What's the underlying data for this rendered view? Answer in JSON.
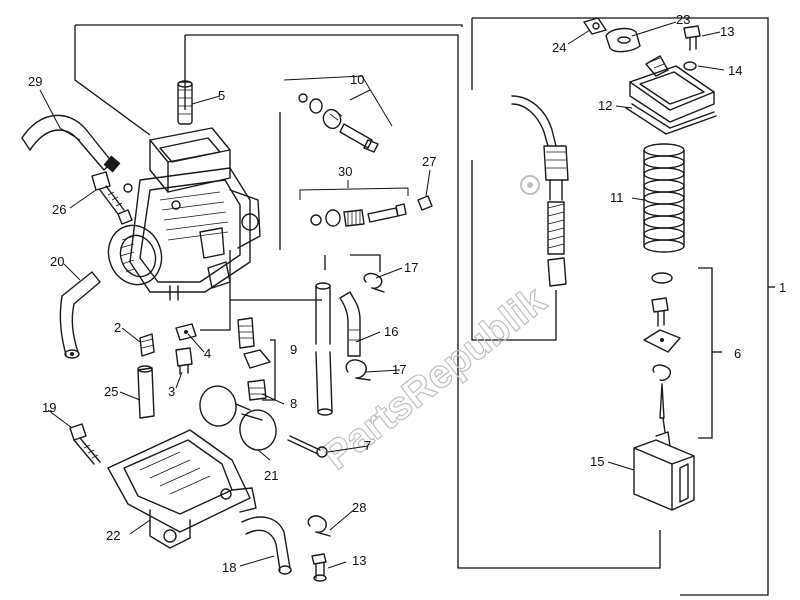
{
  "labels": {
    "p1": "1",
    "p2": "2",
    "p3": "3",
    "p4": "4",
    "p5": "5",
    "p6": "6",
    "p7": "7",
    "p8": "8",
    "p9": "9",
    "p10": "10",
    "p11": "11",
    "p12": "12",
    "p13a": "13",
    "p13b": "13",
    "p14": "14",
    "p15": "15",
    "p16": "16",
    "p17a": "17",
    "p17b": "17",
    "p18": "18",
    "p19": "19",
    "p20": "20",
    "p21": "21",
    "p22": "22",
    "p23": "23",
    "p24": "24",
    "p25": "25",
    "p26": "26",
    "p27": "27",
    "p28": "28",
    "p29": "29",
    "p30": "30"
  },
  "watermark": {
    "text": "PartsRepublik"
  }
}
